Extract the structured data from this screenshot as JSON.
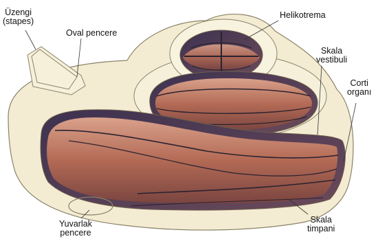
{
  "labels": {
    "stapes": {
      "line1": "Üzengi",
      "line2": "(stapes)"
    },
    "oval_window": "Oval pencere",
    "helicotrema": "Helikotrema",
    "scala_vestibuli": {
      "line1": "Skala",
      "line2": "vestibuli"
    },
    "organ_of_corti": {
      "line1": "Corti",
      "line2": "organı"
    },
    "round_window": {
      "line1": "Yuvarlak",
      "line2": "pencere"
    },
    "scala_tympani": {
      "line1": "Skala",
      "line2": "timpani"
    }
  },
  "colors": {
    "bone": "#f3ecd2",
    "bone_outline": "#8a8268",
    "cavity_dark": "#4a3a58",
    "tissue": "#b86f5a",
    "tissue_light": "#d59a84",
    "membrane": "#2a2230"
  }
}
